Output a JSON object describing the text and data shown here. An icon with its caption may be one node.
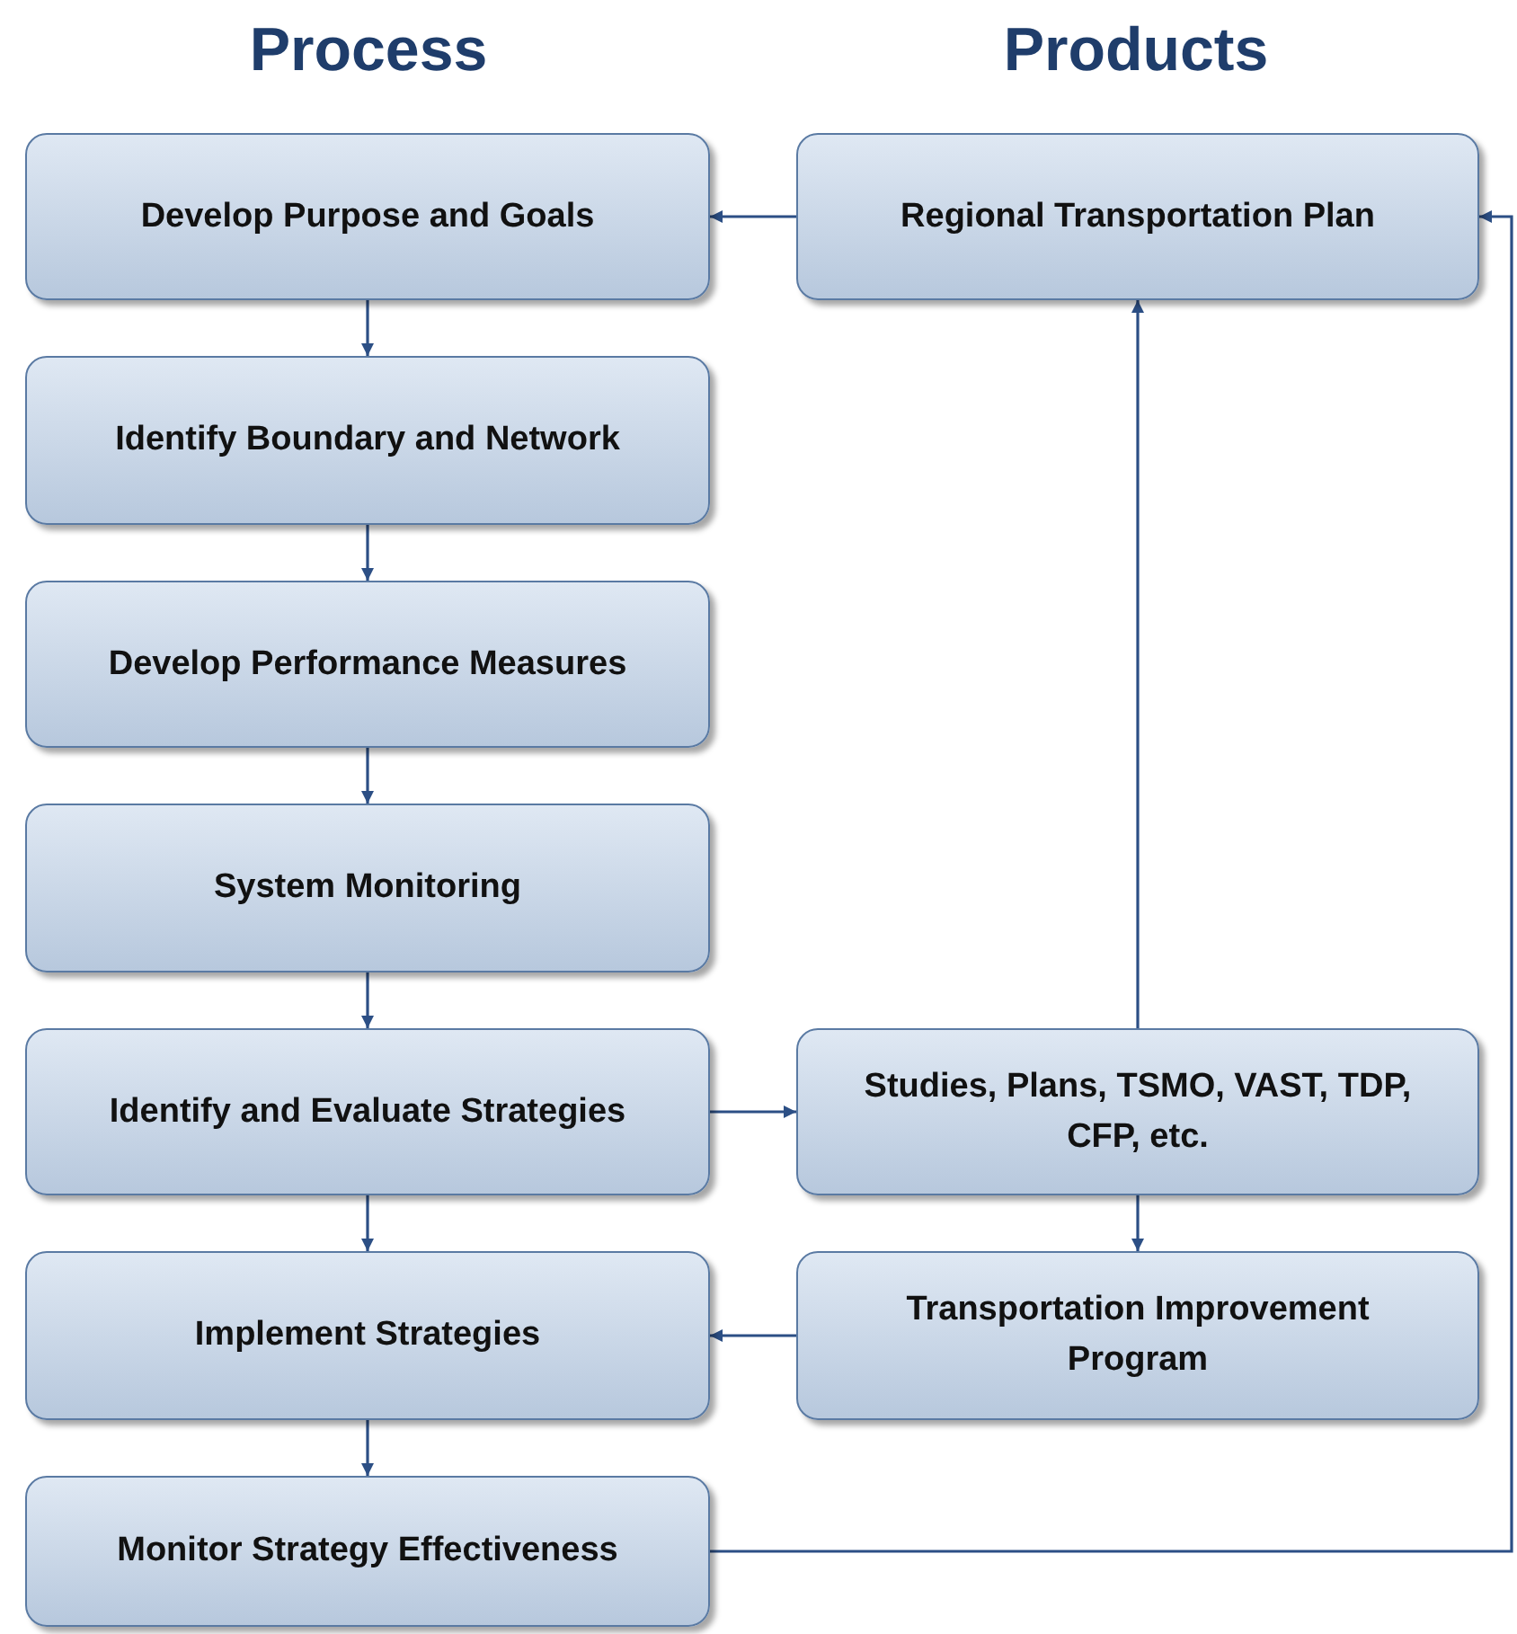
{
  "diagram": {
    "nodes": [
      {
        "text": [
          "Develop Purpose and Goals"
        ]
      },
      {
        "text": [
          "Regional Transportation Plan"
        ]
      },
      {
        "text": [
          "Identify Boundary and Network"
        ]
      },
      {
        "text": [
          "Develop Performance Measures"
        ]
      },
      {
        "text": [
          "System Monitoring"
        ]
      },
      {
        "text": [
          "Identify and Evaluate Strategies"
        ]
      },
      {
        "text": [
          "Studies, Plans, TSMO, VAST, TDP, CFP, etc."
        ]
      },
      {
        "text": [
          "Implement Strategies"
        ]
      },
      {
        "text": [
          "Transportation Improvement Program"
        ]
      },
      {
        "text": [
          "Monitor Strategy Effectiveness"
        ]
      }
    ],
    "edges": [
      {
        "from": 1,
        "to": 0,
        "arrow": "to"
      },
      {
        "from": 0,
        "to": 2,
        "arrow": "to"
      },
      {
        "from": 2,
        "to": 3,
        "arrow": "to"
      },
      {
        "from": 3,
        "to": 4,
        "arrow": "to"
      },
      {
        "from": 4,
        "to": 5,
        "arrow": "to"
      },
      {
        "from": 5,
        "to": 6,
        "arrow": "to"
      },
      {
        "from": 6,
        "to": 1,
        "arrow": "to"
      },
      {
        "from": 5,
        "to": 7,
        "arrow": "to"
      },
      {
        "from": 6,
        "to": 8,
        "arrow": "to"
      },
      {
        "from": 8,
        "to": 7,
        "arrow": "to"
      },
      {
        "from": 7,
        "to": 9,
        "arrow": "to"
      },
      {
        "from": 9,
        "to": 1,
        "arrow": "to"
      }
    ],
    "labels": [
      "Process",
      "Products"
    ]
  }
}
